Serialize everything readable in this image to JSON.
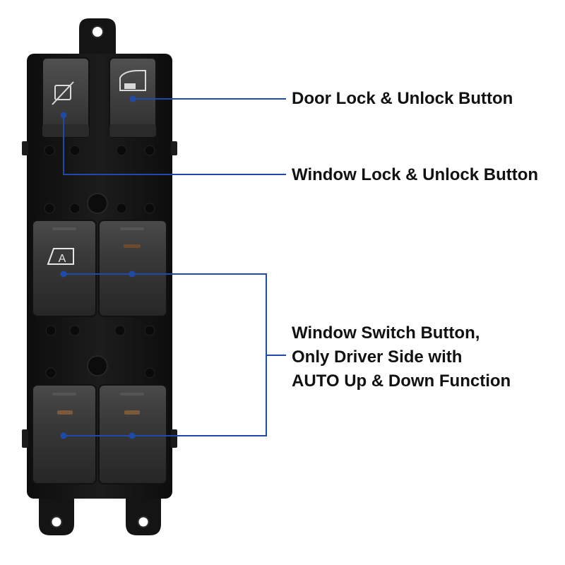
{
  "labels": {
    "door_lock": "Door Lock & Unlock Button",
    "window_lock": "Window Lock & Unlock Button",
    "window_switch": [
      "Window Switch Button,",
      "Only Driver Side with",
      "AUTO Up & Down Function"
    ],
    "auto_switch_letter": "A"
  },
  "colors": {
    "callout_line": "#1f4aa8",
    "label_text": "#111111",
    "housing": "#141414",
    "button": "#3a3a3a",
    "indicator": "#6b4a2e"
  },
  "icons": {
    "window_lock_button": "window-lock-icon",
    "door_lock_button": "door-lock-icon",
    "driver_switch": "auto-window-icon"
  }
}
